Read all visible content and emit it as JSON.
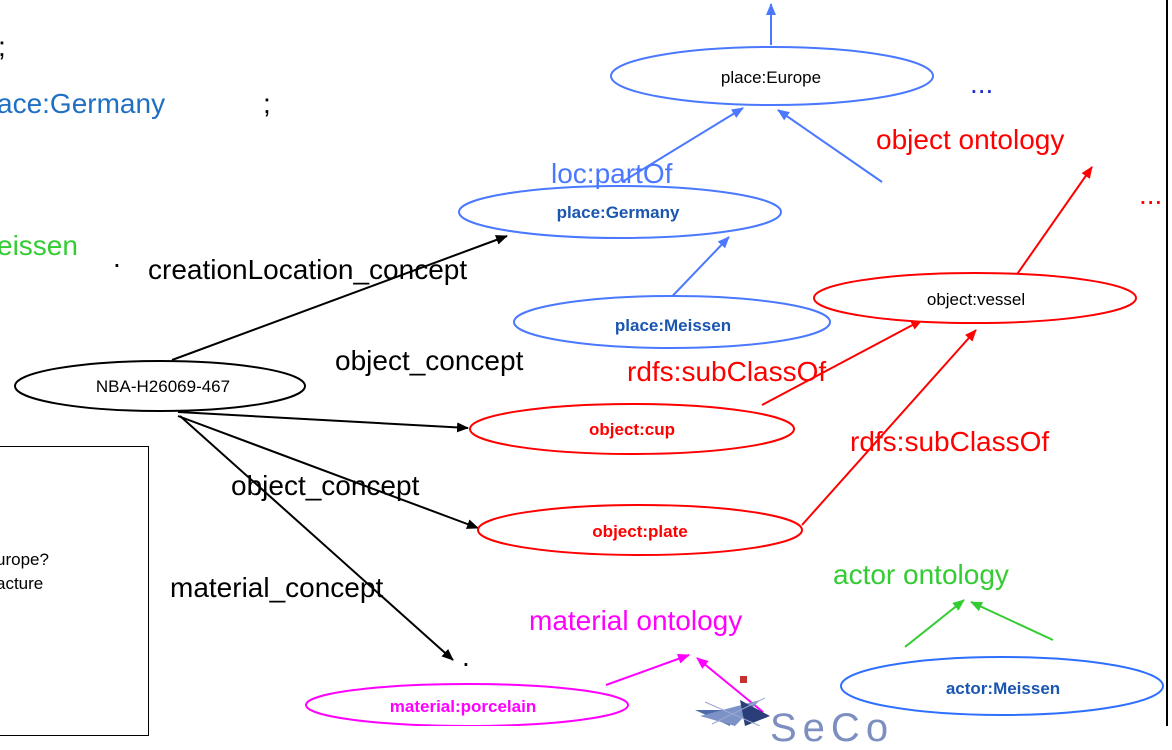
{
  "colors": {
    "black": "#000000",
    "blue_edge": "#4a78ff",
    "red": "#ff0000",
    "green": "#33cc33",
    "magenta": "#ff00ff",
    "blue_text": "#1f6fc5"
  },
  "code_fragment": {
    "line1": ";",
    "line2_value": "ace:Germany",
    "line2_end": ";",
    "line3_value": "eissen",
    "line3_end": "."
  },
  "query_box": {
    "line1": "urope?",
    "line2": "acture"
  },
  "nodes": {
    "nba": "NBA-H26069-467",
    "europe": "place:Europe",
    "germany": "place:Germany",
    "meissen_place": "place:Meissen",
    "vessel": "object:vessel",
    "cup": "object:cup",
    "plate": "object:plate",
    "porcelain": "material:porcelain",
    "actor_meissen": "actor:Meissen"
  },
  "edge_labels": {
    "creation_location": "creationLocation_concept",
    "object_concept_1": "object_concept",
    "object_concept_2": "object_concept",
    "material_concept": "material_concept",
    "part_of": "loc:partOf",
    "subclass_1": "rdfs:subClassOf",
    "subclass_2": "rdfs:subClassOf"
  },
  "ontology_labels": {
    "object": "object ontology",
    "material": "material ontology",
    "actor": "actor ontology",
    "ellipsis_top": "...",
    "ellipsis_right": "...",
    "dot_marker": "."
  },
  "logo": {
    "text": "SeCo"
  }
}
